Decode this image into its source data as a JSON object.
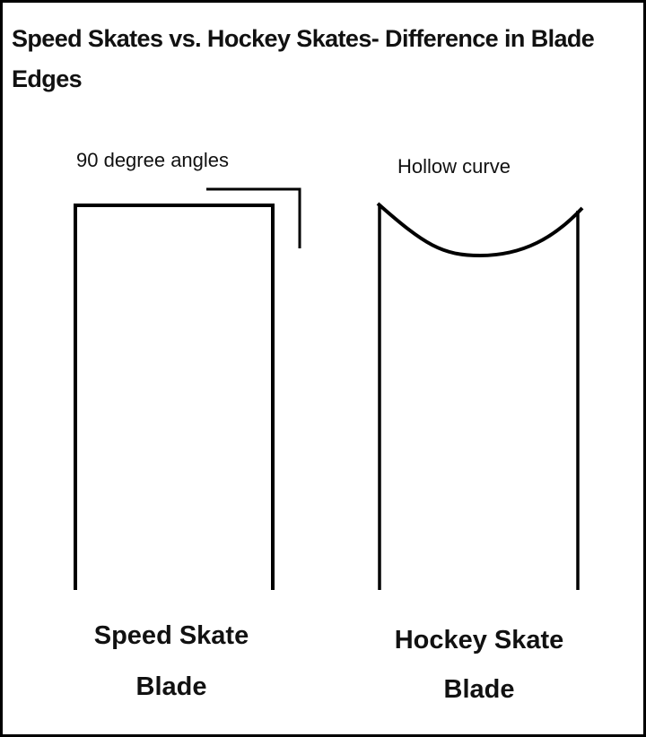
{
  "title": "Speed Skates vs. Hockey Skates- Difference in Blade Edges",
  "speed": {
    "annotation": "90 degree angles",
    "label_line1": "Speed Skate",
    "label_line2": "Blade"
  },
  "hockey": {
    "annotation": "Hollow curve",
    "label_line1": "Hockey Skate",
    "label_line2": "Blade"
  }
}
